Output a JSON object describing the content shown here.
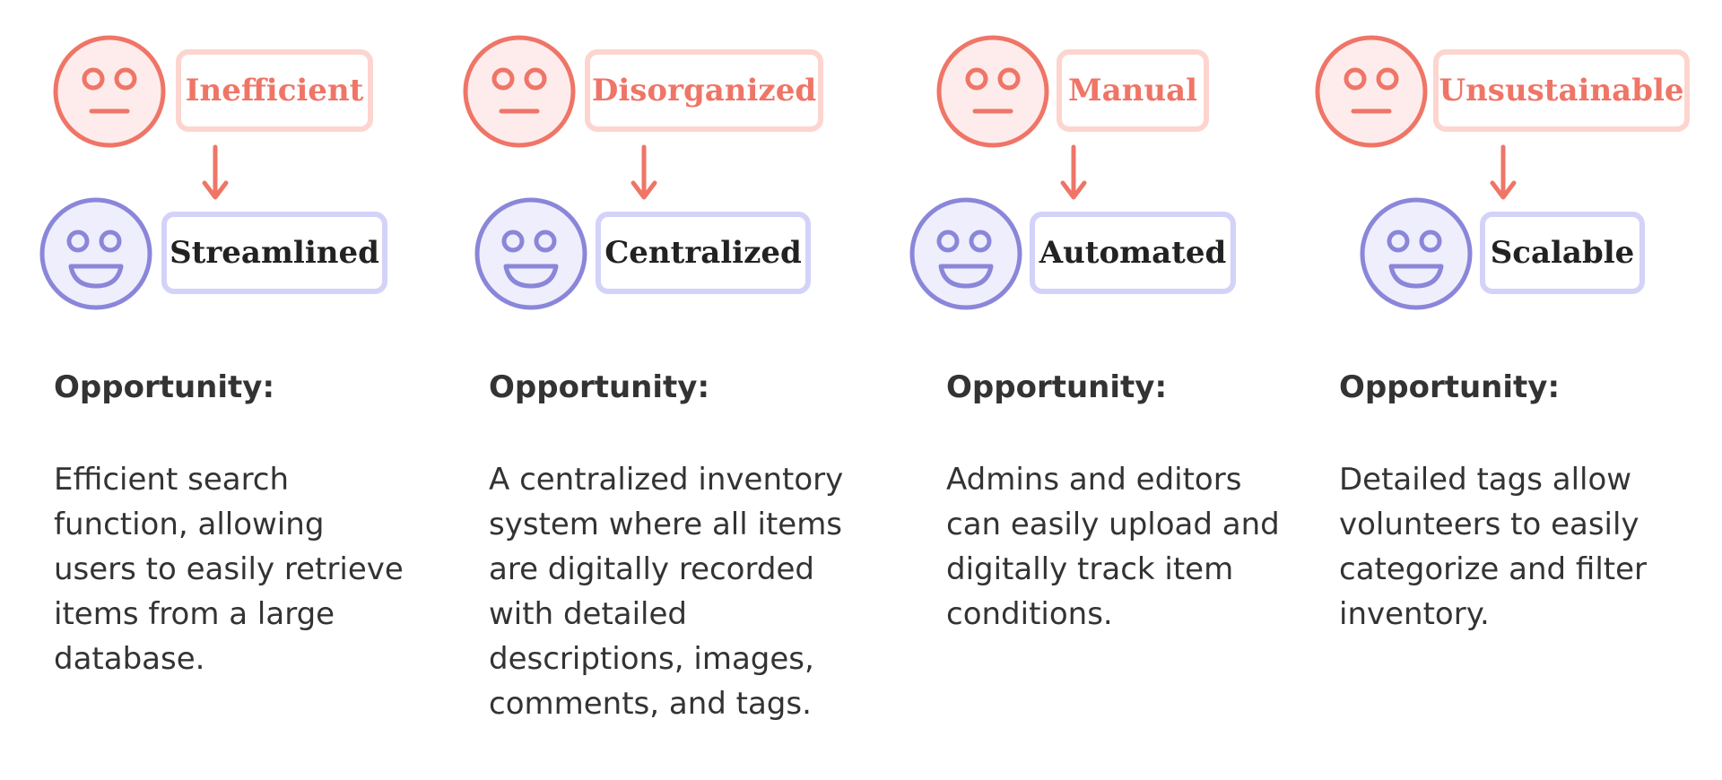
{
  "colors": {
    "negative_stroke": "#ef7567",
    "negative_fill": "#fdeceb",
    "negative_border": "#fdd5cf",
    "positive_stroke": "#8a86d9",
    "positive_fill": "#efeefc",
    "positive_border": "#d3d2f8",
    "text": "#333333"
  },
  "columns": [
    {
      "problem": "Inefficient",
      "solution": "Streamlined",
      "opportunity_label": "Opportunity:",
      "opportunity_text": "Efficient search function, allowing users to easily retrieve items from a large database."
    },
    {
      "problem": "Disorganized",
      "solution": "Centralized",
      "opportunity_label": "Opportunity:",
      "opportunity_text": "A centralized inventory system where all items are digitally recorded with detailed descriptions, images, comments, and tags."
    },
    {
      "problem": "Manual",
      "solution": "Automated",
      "opportunity_label": "Opportunity:",
      "opportunity_text": "Admins and editors can easily upload and digitally track item conditions."
    },
    {
      "problem": "Unsustainable",
      "solution": "Scalable",
      "opportunity_label": "Opportunity:",
      "opportunity_text": "Detailed tags allow volunteers to easily categorize and filter inventory."
    }
  ],
  "icons": {
    "neutral_face": "neutral-face-icon",
    "smiling_face": "smiling-face-icon",
    "arrow": "arrow-down-icon"
  }
}
